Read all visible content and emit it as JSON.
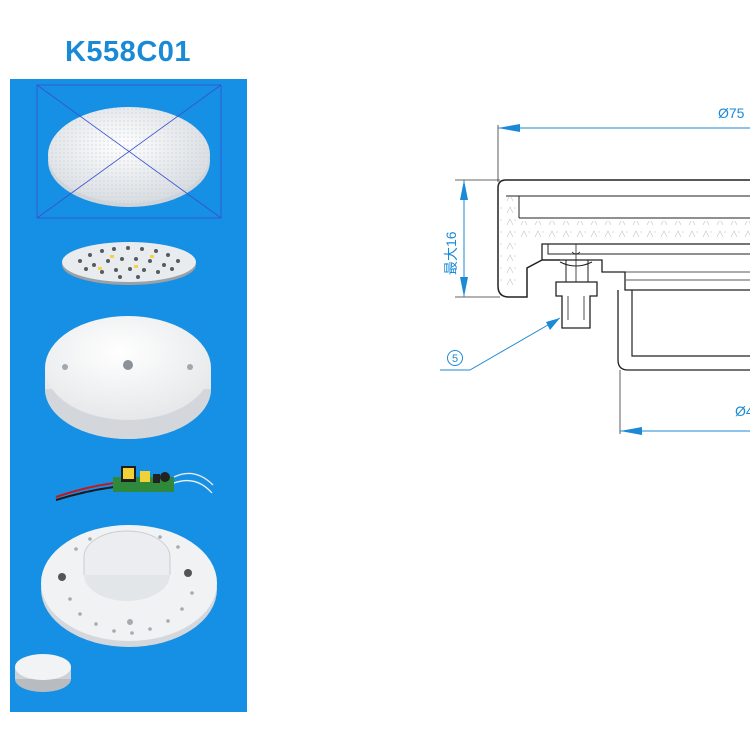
{
  "title": "K558C01",
  "drawing": {
    "dim_outer_diameter": "Ø75",
    "dim_inner_diameter": "Ø4",
    "dim_max_height": "最大16",
    "callout_number": "5"
  },
  "colors": {
    "title": "#1a8ad6",
    "panel_background": "#1590e4",
    "dimension": "#1a8ad6",
    "outline": "#222222"
  },
  "icons": [
    "diffuser-lens-icon",
    "led-board-icon",
    "heatsink-icon",
    "driver-board-icon",
    "base-housing-icon",
    "small-cap-icon"
  ]
}
